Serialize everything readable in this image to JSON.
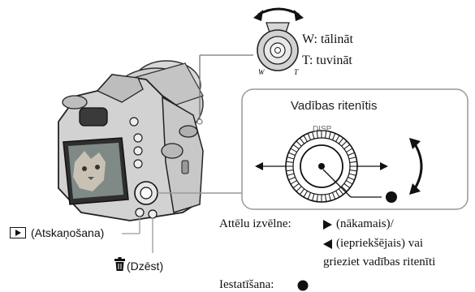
{
  "zoom": {
    "w_label": "W: tālināt",
    "t_label": "T: tuvināt",
    "ring_w_mark": "W",
    "ring_t_mark": "T"
  },
  "control_wheel": {
    "title": "Vadības ritenītis",
    "disp_label": "DISP"
  },
  "buttons": {
    "playback_label": "(Atskaņošana)",
    "delete_label": "(Dzēst)"
  },
  "image_menu": {
    "label": "Attēlu izvēlne:",
    "next": "(nākamais)/",
    "previous": "(iepriekšējais) vai",
    "rotate": "grieziet vadības ritenīti"
  },
  "setting": {
    "label": "Iestatīšana:"
  }
}
